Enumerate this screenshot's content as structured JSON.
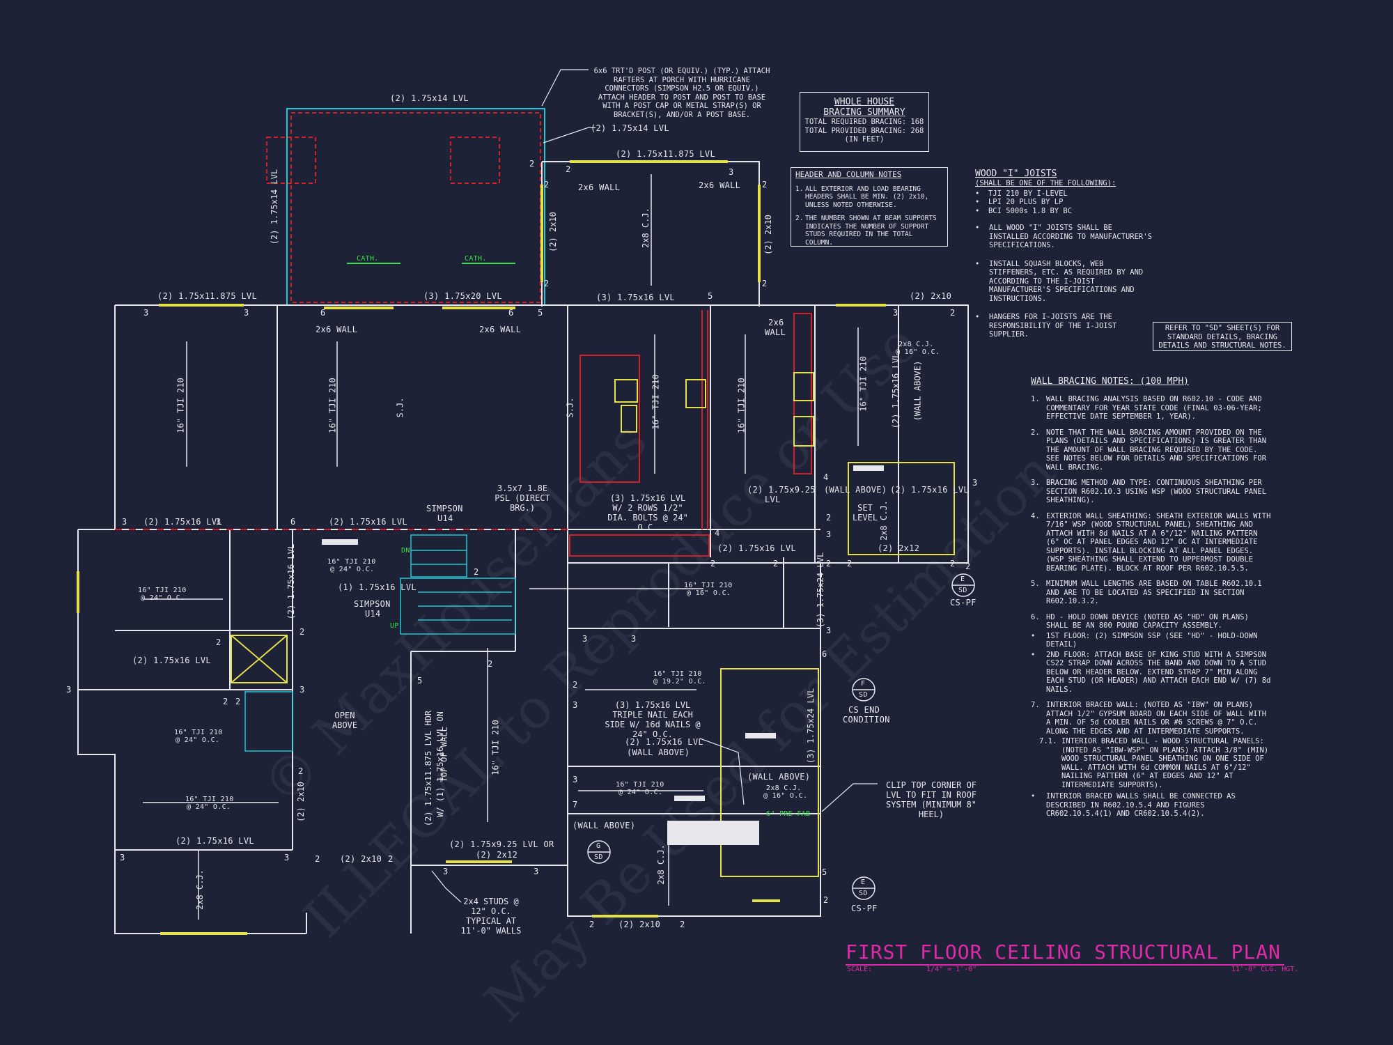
{
  "plan": {
    "title": "FIRST FLOOR CEILING STRUCTURAL PLAN",
    "scale_label": "SCALE:",
    "scale_value": "1/4\" = 1'-0\"",
    "ceiling_height": "11'-0\" CLG. HGT."
  },
  "watermark": {
    "line1": "© MaxHousePlans",
    "line2": "ILLEGAL to Reproduce or Use",
    "line3": "May Be Used for Estimation"
  },
  "bracing_summary": {
    "title1": "WHOLE HOUSE",
    "title2": "BRACING SUMMARY",
    "line1": "TOTAL REQUIRED BRACING: 168",
    "line2": "TOTAL PROVIDED BRACING: 268",
    "line3": "(IN FEET)"
  },
  "header_notes": {
    "title": "HEADER AND COLUMN NOTES",
    "items": [
      {
        "n": "1.",
        "text": "ALL EXTERIOR AND LOAD BEARING HEADERS SHALL BE MIN. (2) 2x10, UNLESS NOTED OTHERWISE."
      },
      {
        "n": "2.",
        "text": "THE NUMBER SHOWN AT BEAM SUPPORTS INDICATES THE NUMBER OF SUPPORT STUDS REQUIRED IN THE TOTAL COLUMN."
      }
    ]
  },
  "joists": {
    "title": "WOOD \"I\" JOISTS",
    "subtitle": "(SHALL BE ONE OF THE FOLLOWING):",
    "options": [
      "TJI 210 BY I-LEVEL",
      "LPI 20 PLUS BY LP",
      "BCI 5000s 1.8 BY BC"
    ],
    "notes": [
      "ALL WOOD \"I\" JOISTS SHALL BE INSTALLED ACCORDING TO MANUFACTURER'S SPECIFICATIONS.",
      "INSTALL SQUASH BLOCKS, WEB STIFFENERS, ETC. AS REQUIRED BY AND ACCORDING TO THE I-JOIST MANUFACTURER'S SPECIFICATIONS AND INSTRUCTIONS.",
      "HANGERS FOR I-JOISTS ARE THE RESPONSIBILITY OF THE I-JOIST SUPPLIER."
    ]
  },
  "refer_note": "REFER TO \"SD\" SHEET(S) FOR STANDARD DETAILS, BRACING DETAILS AND STRUCTURAL NOTES.",
  "wall_bracing": {
    "title": "WALL BRACING NOTES: (100 MPH)",
    "items": [
      {
        "n": "1.",
        "text": "WALL BRACING ANALYSIS BASED ON R602.10 - CODE AND COMMENTARY FOR YEAR STATE CODE (FINAL 03-06-YEAR; EFFECTIVE DATE SEPTEMBER 1, YEAR)."
      },
      {
        "n": "2.",
        "text": "NOTE THAT THE WALL BRACING AMOUNT PROVIDED ON THE PLANS (DETAILS AND SPECIFICATIONS) IS GREATER THAN THE AMOUNT OF WALL BRACING REQUIRED BY THE CODE. SEE NOTES BELOW FOR DETAILS AND SPECIFICATIONS FOR WALL BRACING."
      },
      {
        "n": "3.",
        "text": "BRACING METHOD AND TYPE: CONTINUOUS SHEATHING PER SECTION R602.10.3 USING WSP (WOOD STRUCTURAL PANEL SHEATHING)."
      },
      {
        "n": "4.",
        "text": "EXTERIOR WALL SHEATHING: SHEATH EXTERIOR WALLS WITH 7/16\" WSP (WOOD STRUCTURAL PANEL) SHEATHING AND ATTACH WITH 8d NAILS AT A 6\"/12\" NAILING PATTERN (6\" OC AT PANEL EDGES AND 12\" OC AT INTERMEDIATE SUPPORTS). INSTALL BLOCKING AT ALL PANEL EDGES. (WSP SHEATHING SHALL EXTEND TO UPPERMOST DOUBLE BEARING PLATE). BLOCK AT ROOF PER R602.10.5.5."
      },
      {
        "n": "5.",
        "text": "MINIMUM WALL LENGTHS ARE BASED ON TABLE R602.10.1 AND ARE TO BE LOCATED AS SPECIFIED IN SECTION R602.10.3.2."
      },
      {
        "n": "6.",
        "text": "HD - HOLD DOWN DEVICE (NOTED AS \"HD\" ON PLANS) SHALL BE AN 800 POUND CAPACITY ASSEMBLY."
      },
      {
        "n": "•",
        "text": "1ST FLOOR: (2) SIMPSON SSP (SEE \"HD\" - HOLD-DOWN DETAIL)"
      },
      {
        "n": "•",
        "text": "2ND FLOOR: ATTACH BASE OF KING STUD WITH A SIMPSON CS22 STRAP DOWN ACROSS THE BAND AND DOWN TO A STUD BELOW OR HEADER BELOW. EXTEND STRAP 7\" MIN ALONG EACH STUD (OR HEADER) AND ATTACH EACH END W/ (7) 8d NAILS."
      },
      {
        "n": "7.",
        "text": "INTERIOR BRACED WALL: (NOTED AS \"IBW\" ON PLANS) ATTACH 1/2\" GYPSUM BOARD ON EACH SIDE OF WALL WITH A MIN. OF 5d COOLER NAILS OR #6 SCREWS @ 7\" O.C. ALONG THE EDGES AND AT INTERMEDIATE SUPPORTS."
      },
      {
        "n": "7.1.",
        "text": "INTERIOR BRACED WALL - WOOD STRUCTURAL PANELS: (NOTED AS \"IBW-WSP\" ON PLANS) ATTACH 3/8\" (MIN) WOOD STRUCTURAL PANEL SHEATHING ON ONE SIDE OF WALL. ATTACH WITH 6d COMMON NAILS AT 6\"/12\" NAILING PATTERN (6\" AT EDGES AND 12\" AT INTERMEDIATE SUPPORTS)."
      },
      {
        "n": "•",
        "text": "INTERIOR BRACED WALLS SHALL BE CONNECTED AS DESCRIBED IN R602.10.5.4 AND FIGURES CR602.10.5.4(1) AND CR602.10.5.4(2)."
      }
    ]
  },
  "callouts": {
    "porch_post": "6x6 TRT'D POST (OR EQUIV.) (TYP.) ATTACH RAFTERS AT PORCH WITH HURRICANE CONNECTORS (SIMPSON H2.5 OR EQUIV.) ATTACH HEADER TO POST AND POST TO BASE WITH A POST CAP OR METAL STRAP(S) OR BRACKET(S), AND/OR A POST BASE.",
    "clip_top": "CLIP TOP CORNER OF LVL TO FIT IN ROOF SYSTEM (MINIMUM 8\" HEEL)",
    "studs": "2x4 STUDS @ 12\" O.C. TYPICAL AT 11'-0\" WALLS",
    "triple_lvl": "(3) 1.75x16 LVL TRIPLE NAIL EACH SIDE W/ 16d NAILS @ 24\" O.C.",
    "bolts": "(3) 1.75x16 LVL W/ 2 ROWS 1/2\" DIA. BOLTS @ 24\" O.C.",
    "psl": "3.5x7 1.8E PSL (DIRECT BRG.)",
    "open_above": "OPEN ABOVE",
    "set_level": "SET LEVEL",
    "cath": "CATH."
  },
  "labels": {
    "lvl_14_top": "(2) 1.75x14 LVL",
    "lvl_14_right": "(2) 1.75x14 LVL",
    "lvl_14_vert": "(2) 1.75x14 LVL",
    "lvl_11875_a": "(2) 1.75x11.875 LVL",
    "lvl_11875_b": "(2) 1.75x11.875 LVL",
    "lvl_20": "(3) 1.75x20 LVL",
    "lvl_16_kitchen": "(3) 1.75x16 LVL",
    "lvl_2x10_tr": "(2) 2x10",
    "wall_2x6_a": "2x6 WALL",
    "wall_2x6_b": "2x6 WALL",
    "wall_2x6_c": "2x6 WALL",
    "wall_2x6_d": "2x6 WALL",
    "wall_2x6_e": "2x6",
    "wall_2x6_e2": "WALL",
    "lvl_16_l1": "(2) 1.75x16 LVL",
    "lvl_16_l2": "(2) 1.75x16 LVL",
    "lvl_16_l3": "(2) 1.75x16 LVL",
    "lvl_16_l4": "(2) 1.75x16 LVL",
    "lvl_16_l5": "(2) 1.75x16 LVL",
    "lvl_16_wall": "(2) 1.75x16 LVL",
    "lvl_16_wall2": "(WALL ABOVE)",
    "lvl_16_one": "(1) 1.75x16 LVL",
    "lvl_925": "(2) 1.75x9.25",
    "lvl_925b": "LVL",
    "wall_above_a": "(WALL ABOVE)",
    "wall_above_b": "(WALL ABOVE)",
    "wall_above_c": "(WALL ABOVE)",
    "lvl_2x12": "(2) 2x12",
    "lvl_925_or": "(2) 1.75x9.25 LVL OR",
    "lvl_925_or2": "(2) 2x12",
    "lvl_2x10_a": "(2) 2x10",
    "lvl_2x10_b": "(2) 2x10",
    "simpson1": "SIMPSON",
    "simpson1b": "U14",
    "simpson2": "SIMPSON",
    "simpson2b": "U14",
    "tji_24": "16\" TJI 210",
    "tji_24b": "@ 24\" O.C.",
    "tji_16": "16\" TJI 210",
    "tji_16b": "@ 16\" O.C.",
    "tji_192": "16\" TJI 210",
    "tji_192b": "@ 19.2\" O.C.",
    "cj_16": "2x8 C.J.",
    "cj_16b": "@ 16\" O.C.",
    "vert_2x10": "(2) 2x10",
    "vert_lvl24a": "(3) 1.75x24 LVL",
    "vert_lvl24b": "(3) 1.75x24 LVL",
    "vert_lvl16": "(2) 1.75x16 LVL",
    "vert_wallabove": "(WALL ABOVE)",
    "vert_lvl16_left": "(2) 1.75x16 LVL",
    "vert_hdr": "(2) 1.75x11.875 LVL HDR",
    "vert_hdr2": "W/ (1) 1.75x16 LVL ON",
    "vert_hdr3": "TOP OF WALL",
    "sj": "S.J.",
    "cs_pf": "CS-PF",
    "cs_end": "CS END",
    "condition": "CONDITION",
    "sec_e": "E",
    "sec_f": "F",
    "sec_g": "G",
    "sd": "SD",
    "up": "UP",
    "dn": "DN",
    "green_note": "6\" PRE-FAB"
  },
  "colors": {
    "background": "#1e2236",
    "line": "#e8e8ec",
    "beam_yellow": "#e6e04a",
    "red": "#d0202a",
    "cyan": "#20c8d8",
    "green": "#35e04a",
    "magenta": "#e02aa8"
  }
}
